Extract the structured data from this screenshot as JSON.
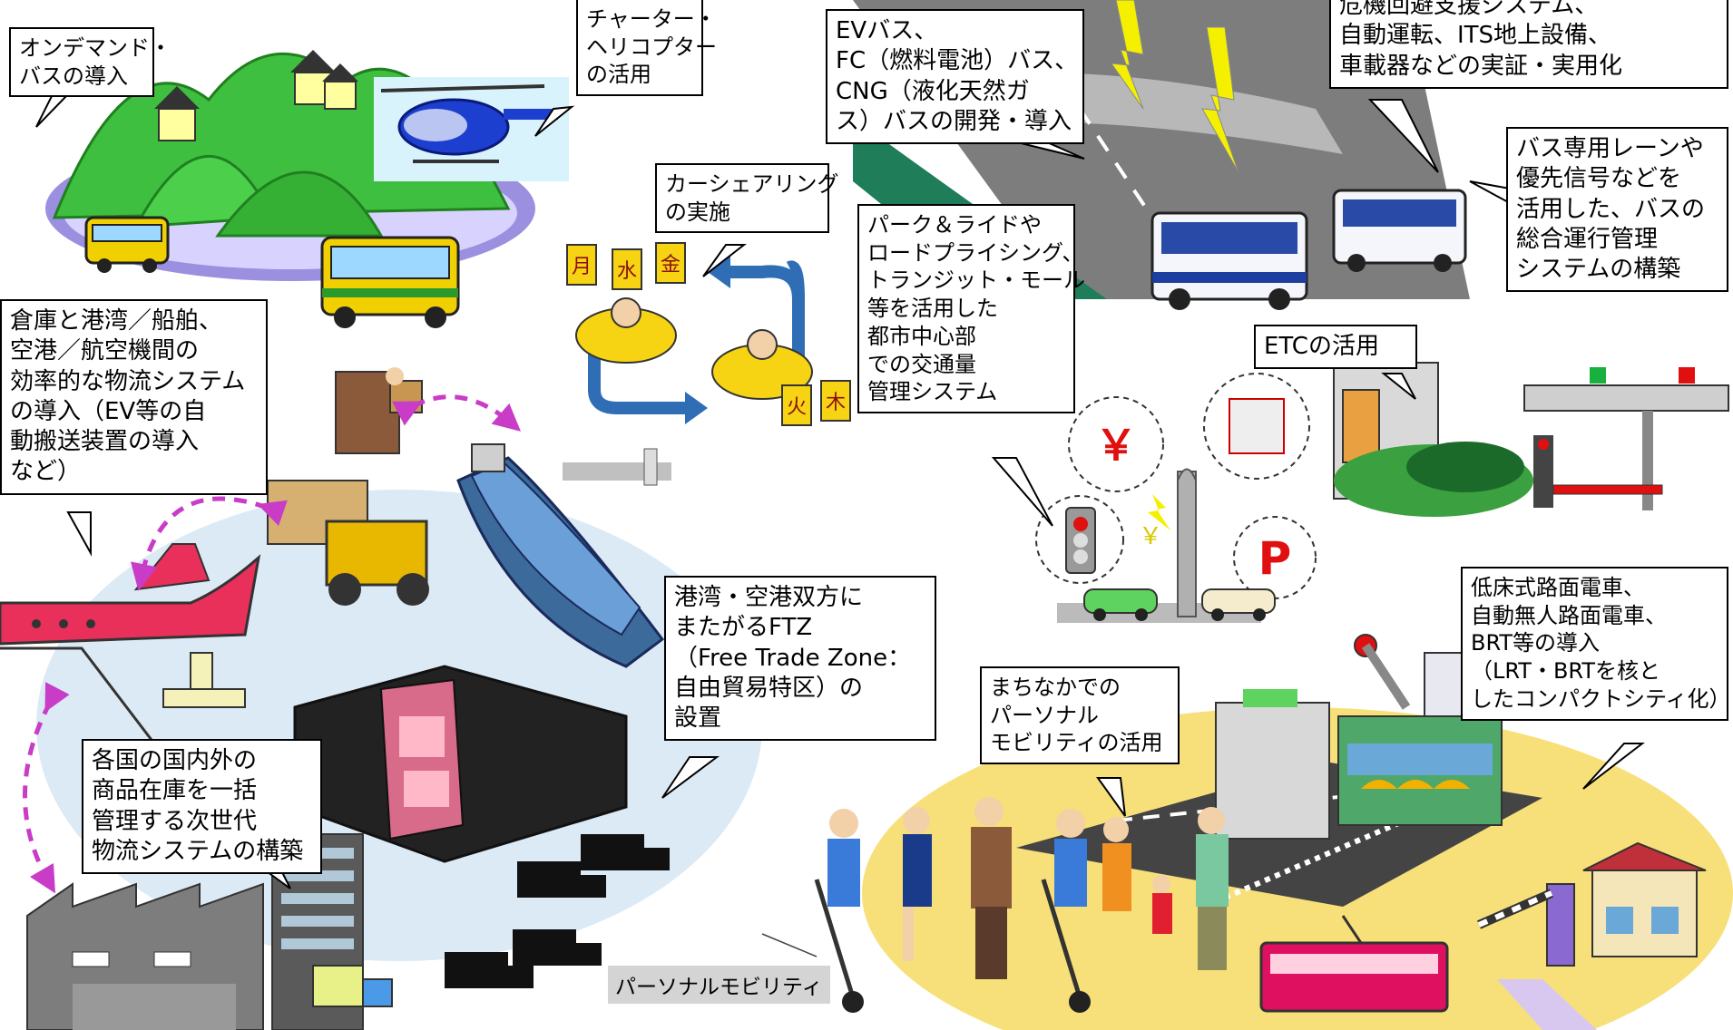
{
  "callouts": {
    "on_demand_bus": [
      "オンデマンド・",
      "バスの導入"
    ],
    "charter_heli": [
      "チャーター・",
      "ヘリコプター",
      "の活用"
    ],
    "ev_bus": [
      "EVバス、",
      "FC（燃料電池）バス、",
      "CNG（液化天然ガ",
      "ス）バスの開発・導入"
    ],
    "its_systems": [
      "危機回避支援システム、",
      "自動運転、ITS地上設備、",
      "車載器などの実証・実用化"
    ],
    "car_sharing": [
      "カーシェアリング",
      "の実施"
    ],
    "bus_lane": [
      "バス専用レーンや",
      "優先信号などを",
      "活用した、バスの",
      "総合運行管理",
      "システムの構築"
    ],
    "park_ride": [
      "パーク＆ライドや",
      "ロードプライシング、",
      "トランジット・モール",
      "等を活用した",
      "都市中心部",
      "での交通量",
      "管理システム"
    ],
    "etc": [
      "ETCの活用"
    ],
    "logistics": [
      "倉庫と港湾／船舶、",
      "空港／航空機間の",
      "効率的な物流システム",
      "の導入（EV等の自",
      "動搬送装置の導入",
      "など）"
    ],
    "ftz": [
      "港湾・空港双方に",
      "またがるFTZ",
      "（Free Trade Zone：",
      "自由貿易特区）の",
      "設置"
    ],
    "inventory": [
      "各国の国内外の",
      "商品在庫を一括",
      "管理する次世代",
      "物流システムの構築"
    ],
    "personal_mobility": [
      "まちなかでの",
      "パーソナル",
      "モビリティの活用"
    ],
    "lrt": [
      "低床式路面電車、",
      "自動無人路面電車、",
      "BRT等の導入",
      "（LRT・BRTを核と",
      "したコンパクトシティ化）"
    ]
  },
  "labels": {
    "pm_label": "パーソナルモビリティ",
    "yen": "￥",
    "small_yen": "￥",
    "parking": "P",
    "days": [
      "月",
      "水",
      "金",
      "火",
      "木"
    ]
  },
  "colors": {
    "mountain": "#3fbf3f",
    "ground_blue": "#dbeaf5",
    "ground_yellow": "#f7e07a",
    "bus_yellow": "#f0d000",
    "car_yellow": "#f6d313",
    "arrow_blue": "#2f6db5",
    "arrow_magenta": "#c83cc8",
    "plane_red": "#e8305a",
    "road_gray": "#7d7d7d"
  }
}
